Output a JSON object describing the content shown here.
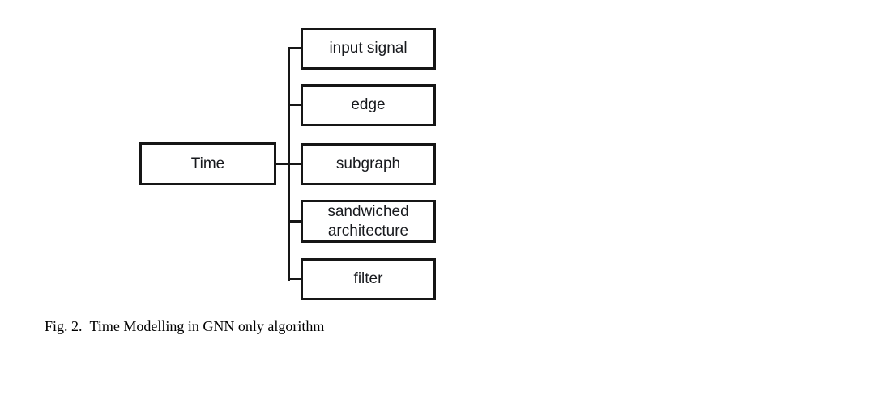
{
  "figure": {
    "root": {
      "label": "Time"
    },
    "children": [
      {
        "label": "input signal"
      },
      {
        "label": "edge"
      },
      {
        "label": "subgraph"
      },
      {
        "label": "sandwiched architecture"
      },
      {
        "label": "filter"
      }
    ],
    "caption": {
      "label": "Fig. 2.",
      "text": "Time Modelling in GNN only algorithm"
    }
  },
  "colors": {
    "background": "#ffffff",
    "line": "#161616",
    "box_text": "#17191d",
    "caption_text": "#000000"
  }
}
